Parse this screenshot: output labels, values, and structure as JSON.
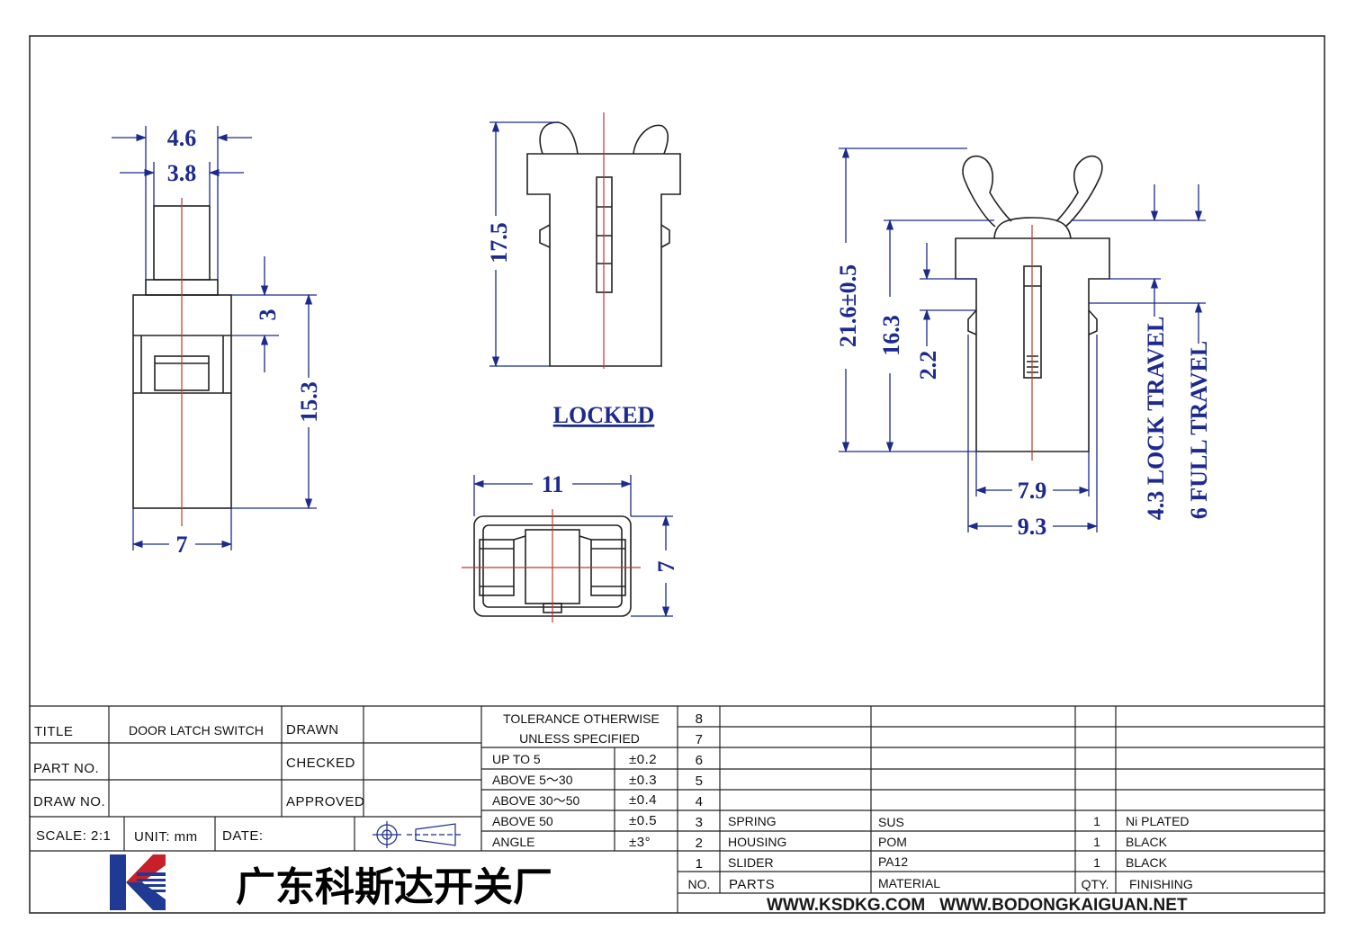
{
  "drawing": {
    "side_view": {
      "dims": {
        "top_outer": "4.6",
        "top_inner": "3.8",
        "step": "3",
        "height": "15.3",
        "width": "7"
      }
    },
    "locked_view": {
      "dims": {
        "height": "17.5"
      },
      "caption": "LOCKED"
    },
    "bottom_view": {
      "dims": {
        "width": "11",
        "depth": "7"
      }
    },
    "travel_view": {
      "dims": {
        "overall": "21.6±0.5",
        "body": "16.3",
        "offset": "2.2",
        "inner_width": "7.9",
        "outer_width": "9.3",
        "lock_travel": "4.3 LOCK TRAVEL",
        "full_travel": "6 FULL TRAVEL"
      }
    }
  },
  "title_block": {
    "title_label": "TITLE",
    "title_value": "DOOR LATCH SWITCH",
    "drawn_label": "DRAWN",
    "part_no_label": "PART NO.",
    "checked_label": "CHECKED",
    "draw_no_label": "DRAW NO.",
    "approved_label": "APPROVED",
    "scale": "SCALE: 2:1",
    "unit": "UNIT: mm",
    "date": "DATE:"
  },
  "tolerance": {
    "header_line1": "TOLERANCE OTHERWISE",
    "header_line2": "UNLESS SPECIFIED",
    "rows": [
      {
        "range": "UP TO 5",
        "value": "±0.2"
      },
      {
        "range": "ABOVE 5～30",
        "value": "±0.3"
      },
      {
        "range": "ABOVE 30～50",
        "value": "±0.4"
      },
      {
        "range": "ABOVE 50",
        "value": "±0.5"
      },
      {
        "range": "ANGLE",
        "value": "±3°"
      }
    ]
  },
  "bom": {
    "rows": [
      {
        "no": "8",
        "part": "",
        "material": "",
        "qty": "",
        "finishing": ""
      },
      {
        "no": "7",
        "part": "",
        "material": "",
        "qty": "",
        "finishing": ""
      },
      {
        "no": "6",
        "part": "",
        "material": "",
        "qty": "",
        "finishing": ""
      },
      {
        "no": "5",
        "part": "",
        "material": "",
        "qty": "",
        "finishing": ""
      },
      {
        "no": "4",
        "part": "",
        "material": "",
        "qty": "",
        "finishing": ""
      },
      {
        "no": "3",
        "part": "SPRING",
        "material": "SUS",
        "qty": "1",
        "finishing": "Ni PLATED"
      },
      {
        "no": "2",
        "part": "HOUSING",
        "material": "POM",
        "qty": "1",
        "finishing": "BLACK"
      },
      {
        "no": "1",
        "part": "SLIDER",
        "material": "PA12",
        "qty": "1",
        "finishing": "BLACK"
      }
    ],
    "header": {
      "no": "NO.",
      "part": "PARTS",
      "material": "MATERIAL",
      "qty": "QTY.",
      "finishing": "FINISHING"
    }
  },
  "company": {
    "name": "广东科斯达开关厂",
    "websites": "WWW.KSDKG.COM   WWW.BODONGKAIGUAN.NET",
    "logo_colors": {
      "red": "#c8202a",
      "blue": "#1f3a93"
    }
  },
  "colors": {
    "dimension": "#1c2a8e",
    "centerline": "#c0392b",
    "outline": "#222222"
  }
}
